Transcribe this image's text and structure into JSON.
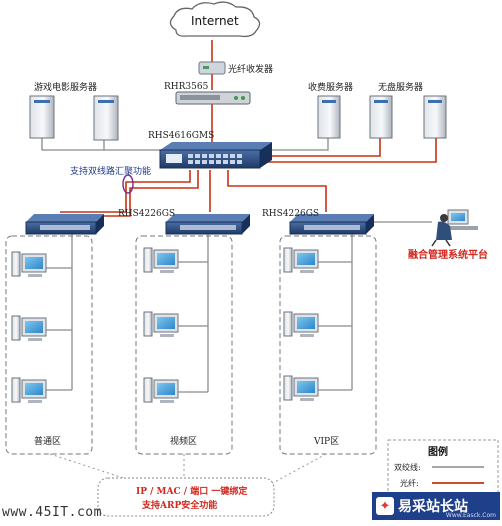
{
  "diagram": {
    "internet": "Internet",
    "converter": "光纤收发器",
    "router": "RHR3565",
    "core_switch": "RHS4616GMS",
    "left_server_group": "游戏电影服务器",
    "billing_server": "收费服务器",
    "diskless_server": "无盘服务器",
    "link_aggregation": "支持双线路汇聚功能",
    "access_switch_a": "RHS4226GS",
    "access_switch_b": "RHS4226GS",
    "management_platform": "融合管理系统平台",
    "zones": [
      "普通区",
      "视频区",
      "VIP区"
    ],
    "security_note_line1": "IP / MAC / 端口 一键绑定",
    "security_note_line2": "支持ARP安全功能",
    "legend": {
      "title": "图例",
      "twisted_pair": "双绞线:",
      "fiber": "光纤:"
    },
    "colors": {
      "twisted_pair": "#8a8a8a",
      "fiber": "#c83214",
      "accent_red": "#d2281e",
      "switch_blue": "#2d4f86"
    }
  },
  "watermark": "www.45IT.com",
  "logo": {
    "name": "易采站长站",
    "sub": "Www.Easck.Com",
    "icon": "site-logo-icon"
  }
}
